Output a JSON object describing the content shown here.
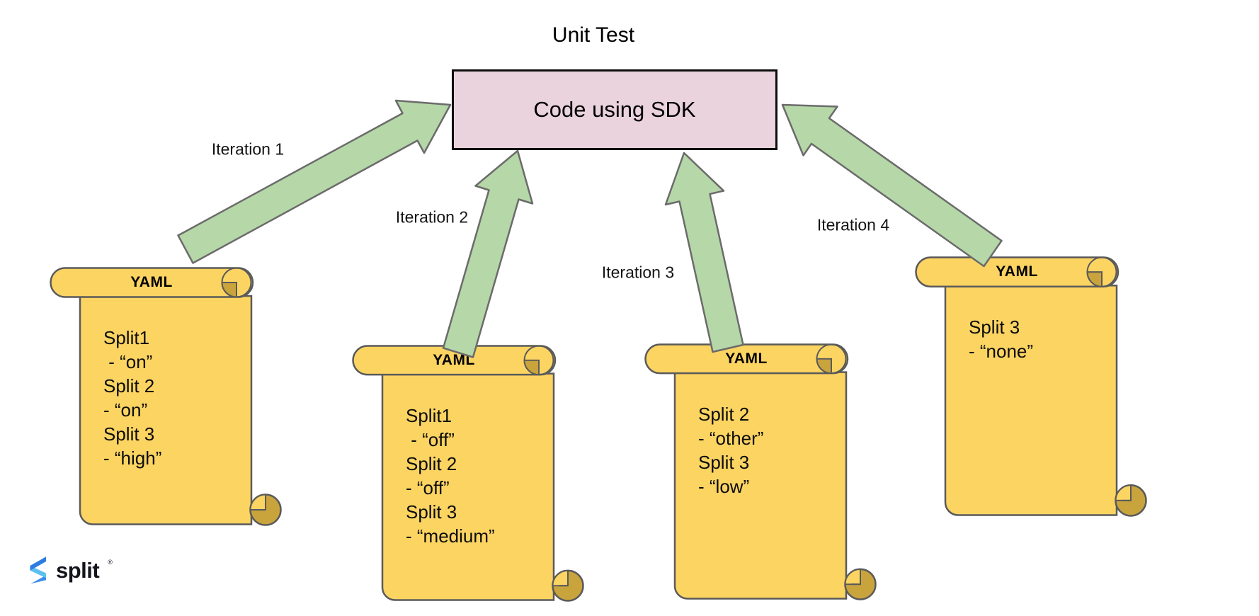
{
  "title": "Unit Test",
  "sdk_box": {
    "label": "Code using SDK"
  },
  "iterations": [
    {
      "label": "Iteration 1"
    },
    {
      "label": "Iteration 2"
    },
    {
      "label": "Iteration 3"
    },
    {
      "label": "Iteration 4"
    }
  ],
  "scrolls": [
    {
      "header": "YAML",
      "lines": [
        "Split1",
        " - “on”",
        "Split 2",
        "- “on”",
        "Split 3",
        "- “high”"
      ]
    },
    {
      "header": "YAML",
      "lines": [
        "Split1",
        " - “off”",
        "Split 2",
        "- “off”",
        "Split 3",
        "- “medium”"
      ]
    },
    {
      "header": "YAML",
      "lines": [
        "Split 2",
        "- “other”",
        "Split 3",
        "- “low”"
      ]
    },
    {
      "header": "YAML",
      "lines": [
        "Split 3",
        "- “none”"
      ]
    }
  ],
  "logo": {
    "text": "split",
    "mark": "®"
  },
  "colors": {
    "box_fill": "#ead3dc",
    "box_stroke": "#0d0d0d",
    "arrow_fill": "#b6d7a8",
    "arrow_stroke": "#6b6b6b",
    "scroll_fill": "#fcd462",
    "scroll_curl": "#c9a43d",
    "scroll_stroke": "#5a5a5a",
    "logo_blue_dark": "#2e7ce2",
    "logo_blue_light": "#5cc1f1",
    "logo_blue_mid": "#3d8ce8"
  }
}
